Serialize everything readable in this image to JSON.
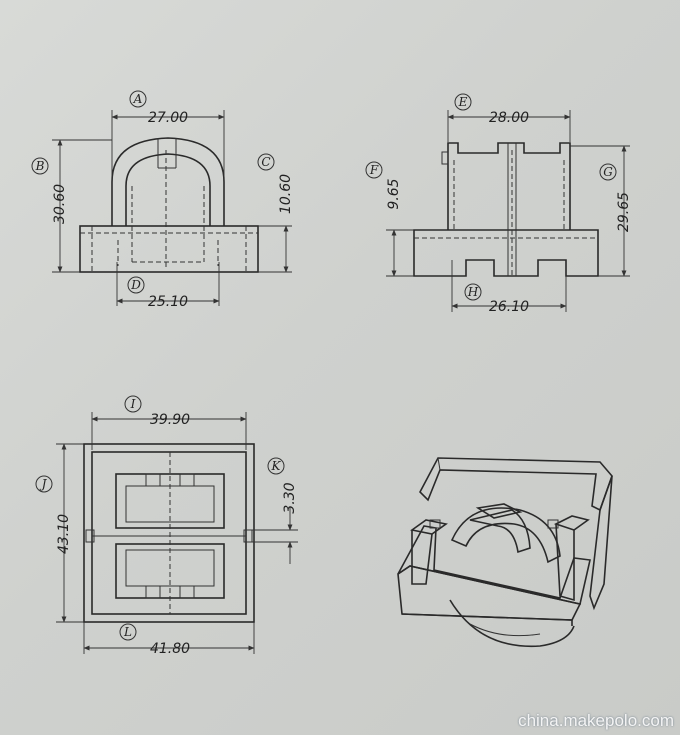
{
  "views": {
    "front": {
      "label_a": "A",
      "dim_a": "27.00",
      "label_b": "B",
      "dim_b": "30.60",
      "label_c": "C",
      "dim_c": "10.60",
      "label_d": "D",
      "dim_d": "25.10"
    },
    "side": {
      "label_e": "E",
      "dim_e": "28.00",
      "label_f": "F",
      "dim_f": "9.65",
      "label_g": "G",
      "dim_g": "29.65",
      "label_h": "H",
      "dim_h": "26.10"
    },
    "top": {
      "label_i": "I",
      "dim_i": "39.90",
      "label_j": "J",
      "dim_j": "43.10",
      "label_k": "K",
      "dim_k": "3.30",
      "label_l": "L",
      "dim_l": "41.80"
    }
  },
  "watermark": "china.makepolo.com"
}
